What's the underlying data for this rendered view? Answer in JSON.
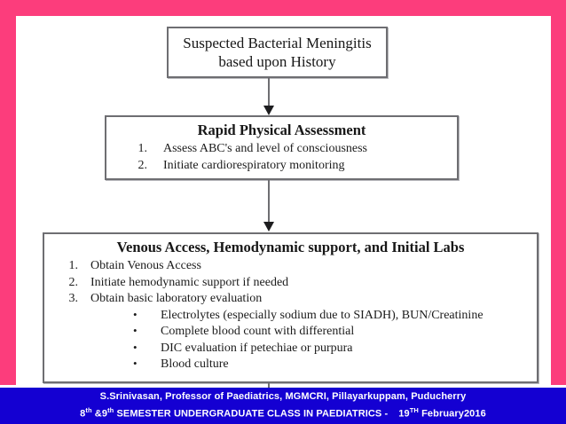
{
  "colors": {
    "frame_pink": "#fc3d7c",
    "footer_blue": "#1400d2",
    "box_border": "#6e6e72",
    "text": "#1b1b1b",
    "footer_text": "#ffffff"
  },
  "diagram": {
    "type": "flowchart",
    "orientation": "top-to-bottom",
    "nodes": [
      {
        "id": "suspected-meningitis",
        "lines": [
          "Suspected Bacterial Meningitis",
          "based upon History"
        ]
      },
      {
        "id": "rapid-physical-assessment",
        "title": "Rapid Physical Assessment",
        "steps": [
          {
            "num": "1.",
            "text": "Assess ABC's and level of consciousness"
          },
          {
            "num": "2.",
            "text": "Initiate cardiorespiratory monitoring"
          }
        ]
      },
      {
        "id": "venous-access",
        "title": "Venous Access, Hemodynamic support, and Initial Labs",
        "steps": [
          {
            "num": "1.",
            "text": "Obtain Venous Access"
          },
          {
            "num": "2.",
            "text": "Initiate hemodynamic support if needed"
          },
          {
            "num": "3.",
            "text": "Obtain basic laboratory evaluation"
          }
        ],
        "sublist": [
          "Electrolytes (especially sodium due to SIADH), BUN/Creatinine",
          "Complete blood count with differential",
          "DIC evaluation if petechiae or purpura",
          "Blood culture"
        ],
        "bullet_glyph": "•"
      }
    ],
    "connectors": [
      {
        "from": "suspected-meningitis",
        "to": "rapid-physical-assessment",
        "style": "arrow-down"
      },
      {
        "from": "rapid-physical-assessment",
        "to": "venous-access",
        "style": "arrow-down"
      }
    ]
  },
  "footer": {
    "line1": "S.Srinivasan, Professor of Paediatrics, MGMCRI, Pillayarkuppam, Puducherry",
    "line2_part1": "8",
    "line2_sup1": "th",
    "line2_part2": " &9",
    "line2_sup2": "th",
    "line2_part3": " SEMESTER UNDERGRADUATE CLASS IN PAEDIATRICS -",
    "line2_part4": "19",
    "line2_sup3": "TH",
    "line2_part5": " February2016"
  }
}
